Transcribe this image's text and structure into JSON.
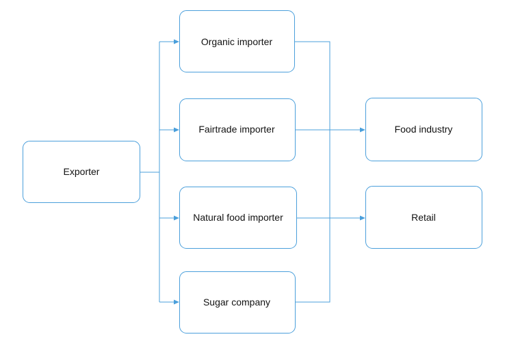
{
  "diagram": {
    "nodes": {
      "exporter": "Exporter",
      "organic_importer": "Organic importer",
      "fairtrade_importer": "Fairtrade importer",
      "natural_food_importer": "Natural food importer",
      "sugar_company": "Sugar company",
      "food_industry": "Food industry",
      "retail": "Retail"
    },
    "colors": {
      "stroke": "#4a9fdb",
      "text": "#111111",
      "background": "#ffffff"
    }
  }
}
